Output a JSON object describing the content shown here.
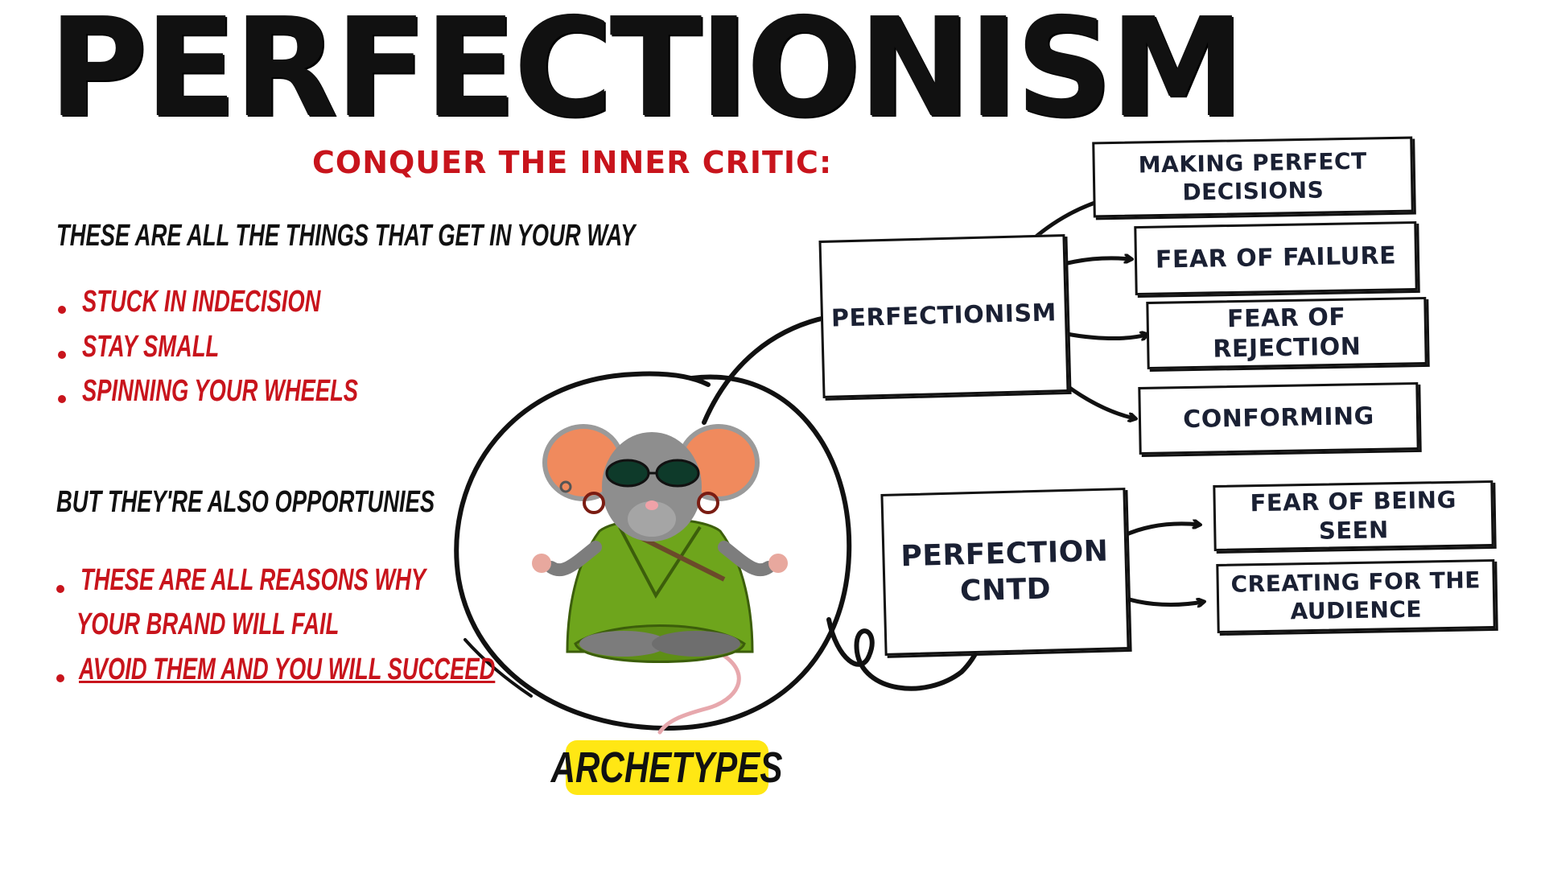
{
  "title": "PERFECTIONISM",
  "subtitle": "CONQUER THE INNER CRITIC:",
  "intro": "THESE ARE ALL THE THINGS THAT GET IN YOUR WAY",
  "obstacles": [
    "STUCK IN INDECISION",
    "STAY SMALL",
    "SPINNING YOUR WHEELS"
  ],
  "opportunities_heading": "BUT THEY'RE ALSO OPPORTUNIES",
  "opportunities": {
    "first_line1": "THESE ARE ALL REASONS WHY",
    "first_line2": "YOUR BRAND WILL FAIL",
    "second": "AVOID THEM AND YOU WILL SUCCEED"
  },
  "center_label": "ARCHETYPES",
  "nodes": {
    "perfectionism": "PERFECTIONISM",
    "perfection_cntd_line1": "PERFECTION",
    "perfection_cntd_line2": "CNTD"
  },
  "branches_top": {
    "making_line1": "MAKING PERFECT",
    "making_line2": "DECISIONS",
    "failure": "FEAR OF FAILURE",
    "rejection": "FEAR OF REJECTION",
    "conforming": "CONFORMING"
  },
  "branches_bottom": {
    "seen": "FEAR OF BEING SEEN",
    "creating_line1": "CREATING FOR THE",
    "creating_line2": "AUDIENCE"
  },
  "colors": {
    "accent_red": "#c8141c",
    "highlight_yellow": "#ffe714",
    "ink": "#111111",
    "box_text": "#1a2033"
  },
  "icons": [
    "meditating-mouse-illustration",
    "circle-outline",
    "curved-arrow"
  ]
}
